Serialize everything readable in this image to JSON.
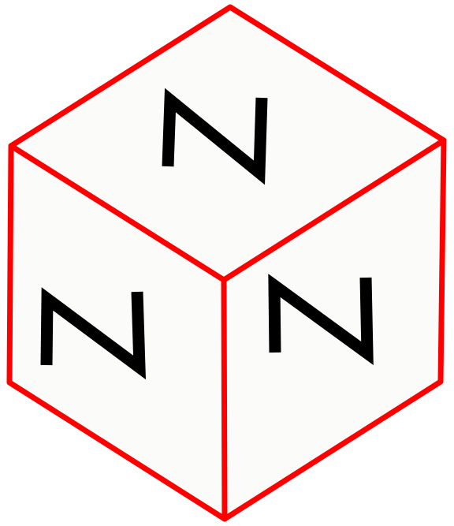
{
  "figure": {
    "colors": {
      "edge": "#ff0000",
      "face_fill": "#fbfbf9",
      "letter": "#000000",
      "background": "#ffffff"
    },
    "faces": {
      "top": {
        "letter": "N"
      },
      "left": {
        "letter": "N"
      },
      "right": {
        "letter": "N"
      }
    }
  }
}
